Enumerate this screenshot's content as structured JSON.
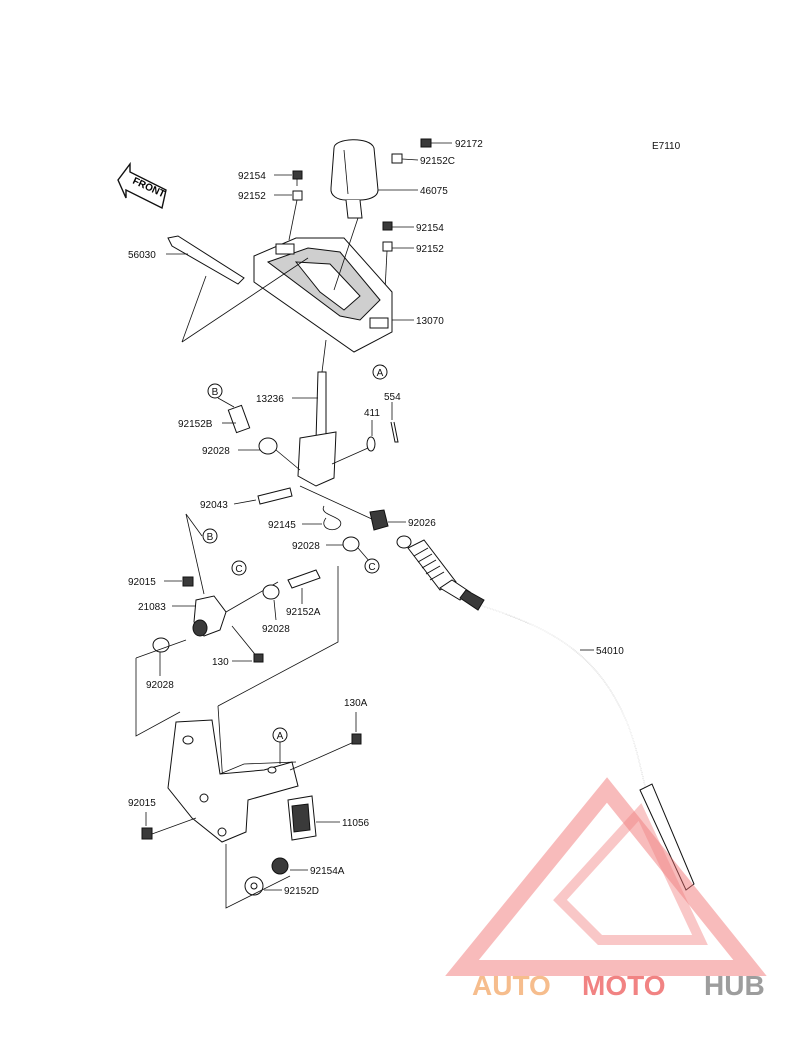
{
  "diagram": {
    "code": "E7110",
    "front_label": "FRONT",
    "part_numbers": {
      "p92172": "92172",
      "p92152C": "92152C",
      "p46075": "46075",
      "p92154_top": "92154",
      "p92152_top": "92152",
      "p92154_right": "92154",
      "p92152_right": "92152",
      "p56030": "56030",
      "p13070": "13070",
      "p13236": "13236",
      "p92152B": "92152B",
      "p411": "411",
      "p554": "554",
      "p92028_a": "92028",
      "p92043": "92043",
      "p92145": "92145",
      "p92026": "92026",
      "p92028_b": "92028",
      "p92015_a": "92015",
      "p21083": "21083",
      "p92152A": "92152A",
      "p92028_c": "92028",
      "p130": "130",
      "p92028_d": "92028",
      "p54010": "54010",
      "p130A": "130A",
      "p92015_b": "92015",
      "p11056": "11056",
      "p92154A": "92154A",
      "p92152D": "92152D"
    },
    "reference_marks": {
      "a1": "A",
      "a2": "A",
      "b1": "B",
      "b2": "B",
      "c1": "C",
      "c2": "C"
    }
  },
  "watermark": {
    "text_auto": "AUTO",
    "text_moto": "MOTO",
    "text_hub": "HUB",
    "color_orange": "#f5b27a",
    "color_red": "#ef6e6e",
    "color_gray": "#8c8c8c"
  }
}
